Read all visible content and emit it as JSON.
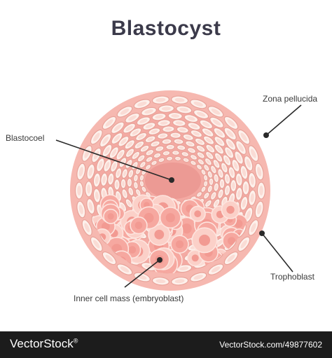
{
  "title": "Blastocyst",
  "labels": {
    "zona_pellucida": "Zona pellucida",
    "blastocoel": "Blastocoel",
    "trophoblast": "Trophoblast",
    "inner_cell_mass": "Inner cell mass (embryoblast)"
  },
  "footer": {
    "brand": "VectorStock",
    "registered": "®",
    "url": "VectorStock.com/49877602"
  },
  "colors": {
    "zona": "#f6b8b0",
    "zona_inner": "#f0a8a0",
    "cell_fill": "#fdf1ec",
    "cell_stroke": "#e8a39a",
    "blastocoel": "#ec9a94",
    "icm_fill": "#f6a8a0",
    "icm_light": "#fbd0c8",
    "footer_bg": "#1c1c1c"
  }
}
